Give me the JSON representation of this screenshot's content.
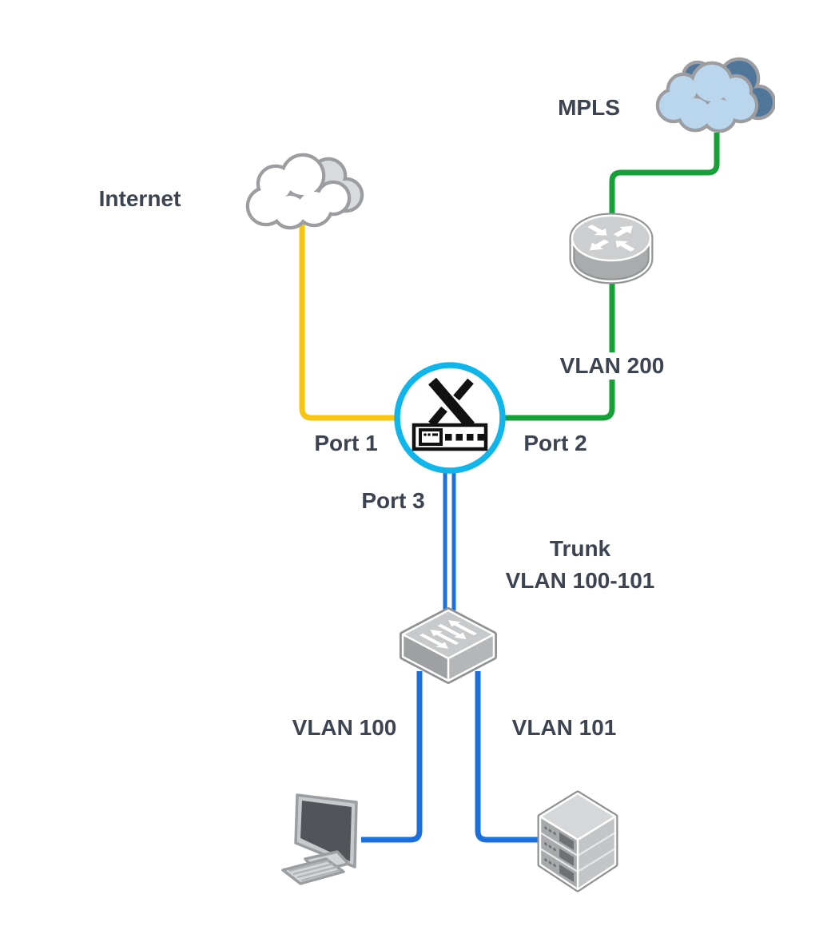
{
  "diagram": {
    "labels": {
      "internet": "Internet",
      "mpls": "MPLS",
      "vlan200": "VLAN 200",
      "port1": "Port 1",
      "port2": "Port 2",
      "port3": "Port 3",
      "trunk_title": "Trunk",
      "trunk_vlans": "VLAN 100-101",
      "vlan100": "VLAN 100",
      "vlan101": "VLAN 101"
    },
    "colors": {
      "internet_link": "#F9C513",
      "mpls_link": "#18A038",
      "lan_link": "#1C70DC",
      "device_accent": "#10B6E9",
      "label_text": "#3B4450",
      "icon_outline": "#96989B",
      "mpls_cloud_fill": "#B9D6EC",
      "mpls_cloud_shadow": "#50769A",
      "internet_cloud_fill": "#FFFFFF",
      "internet_cloud_shadow": "#D9DADC"
    },
    "nodes": [
      {
        "id": "internet-cloud",
        "icon": "cloud-icon",
        "label": "Internet"
      },
      {
        "id": "mpls-cloud",
        "icon": "cloud-icon",
        "label": "MPLS"
      },
      {
        "id": "wan-router",
        "icon": "router-icon"
      },
      {
        "id": "x-device",
        "icon": "x-switch-appliance-icon"
      },
      {
        "id": "access-switch",
        "icon": "switch-icon"
      },
      {
        "id": "workstation",
        "icon": "desktop-computer-icon",
        "label": "VLAN 100"
      },
      {
        "id": "server",
        "icon": "server-icon",
        "label": "VLAN 101"
      }
    ],
    "links": [
      {
        "from": "internet-cloud",
        "to": "x-device",
        "port": "Port 1",
        "color": "#F9C513"
      },
      {
        "from": "mpls-cloud",
        "to": "wan-router",
        "color": "#18A038"
      },
      {
        "from": "wan-router",
        "to": "x-device",
        "port": "Port 2",
        "vlan": "VLAN 200",
        "color": "#18A038"
      },
      {
        "from": "x-device",
        "to": "access-switch",
        "port": "Port 3",
        "type": "trunk",
        "vlans": "VLAN 100-101",
        "color": "#1C70DC"
      },
      {
        "from": "access-switch",
        "to": "workstation",
        "vlan": "VLAN 100",
        "color": "#1C70DC"
      },
      {
        "from": "access-switch",
        "to": "server",
        "vlan": "VLAN 101",
        "color": "#1C70DC"
      }
    ]
  }
}
